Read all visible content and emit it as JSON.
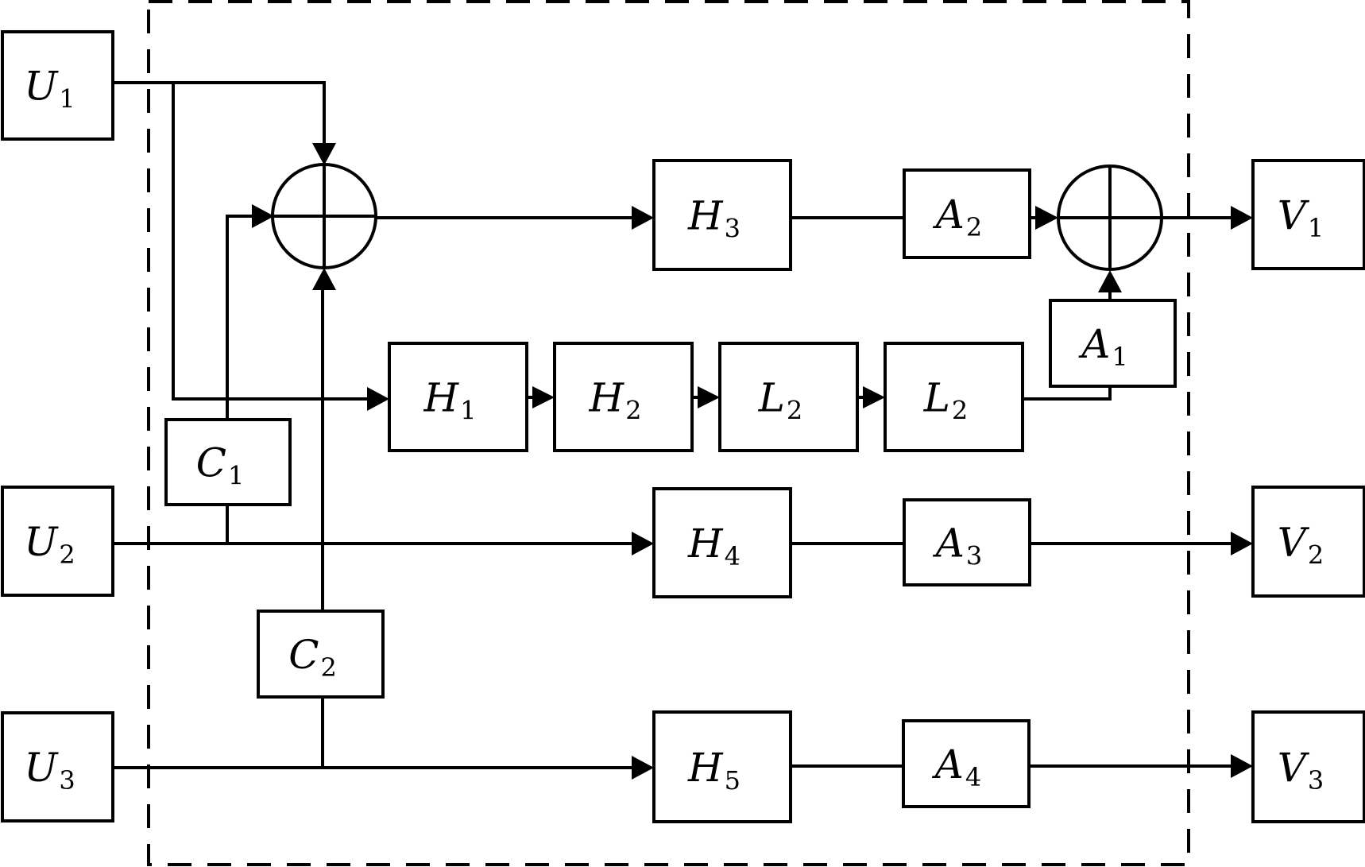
{
  "diagram": {
    "type": "block-diagram",
    "boundary": "dashed system boundary",
    "inputs": [
      {
        "id": "U1",
        "symbol": "U",
        "subscript": "1"
      },
      {
        "id": "U2",
        "symbol": "U",
        "subscript": "2"
      },
      {
        "id": "U3",
        "symbol": "U",
        "subscript": "3"
      }
    ],
    "outputs": [
      {
        "id": "V1",
        "symbol": "V",
        "subscript": "1"
      },
      {
        "id": "V2",
        "symbol": "V",
        "subscript": "2"
      },
      {
        "id": "V3",
        "symbol": "V",
        "subscript": "3"
      }
    ],
    "blocks": [
      {
        "id": "C1",
        "symbol": "C",
        "subscript": "1"
      },
      {
        "id": "C2",
        "symbol": "C",
        "subscript": "2"
      },
      {
        "id": "H1",
        "symbol": "H",
        "subscript": "1"
      },
      {
        "id": "H2",
        "symbol": "H",
        "subscript": "2"
      },
      {
        "id": "L2a",
        "symbol": "L",
        "subscript": "2"
      },
      {
        "id": "L2b",
        "symbol": "L",
        "subscript": "2"
      },
      {
        "id": "H3",
        "symbol": "H",
        "subscript": "3"
      },
      {
        "id": "A1",
        "symbol": "A",
        "subscript": "1"
      },
      {
        "id": "A2",
        "symbol": "A",
        "subscript": "2"
      },
      {
        "id": "H4",
        "symbol": "H",
        "subscript": "4"
      },
      {
        "id": "A3",
        "symbol": "A",
        "subscript": "3"
      },
      {
        "id": "H5",
        "symbol": "H",
        "subscript": "5"
      },
      {
        "id": "A4",
        "symbol": "A",
        "subscript": "4"
      }
    ],
    "summing_junctions": [
      {
        "id": "S1",
        "inputs": [
          "U1",
          "C1",
          "C2"
        ],
        "output": "H3"
      },
      {
        "id": "S2",
        "inputs": [
          "A2",
          "A1"
        ],
        "output": "V1"
      }
    ],
    "connections": [
      [
        "U1",
        "S1"
      ],
      [
        "U1",
        "H1"
      ],
      [
        "U2",
        "C1"
      ],
      [
        "C1",
        "S1"
      ],
      [
        "U3",
        "C2"
      ],
      [
        "C2",
        "S1"
      ],
      [
        "S1",
        "H3"
      ],
      [
        "H3",
        "A2"
      ],
      [
        "A2",
        "S2"
      ],
      [
        "S2",
        "V1"
      ],
      [
        "H1",
        "H2"
      ],
      [
        "H2",
        "L2a"
      ],
      [
        "L2a",
        "L2b"
      ],
      [
        "L2b",
        "A1"
      ],
      [
        "A1",
        "S2"
      ],
      [
        "U2",
        "H4"
      ],
      [
        "H4",
        "A3"
      ],
      [
        "A3",
        "V2"
      ],
      [
        "U3",
        "H5"
      ],
      [
        "H5",
        "A4"
      ],
      [
        "A4",
        "V3"
      ]
    ]
  }
}
